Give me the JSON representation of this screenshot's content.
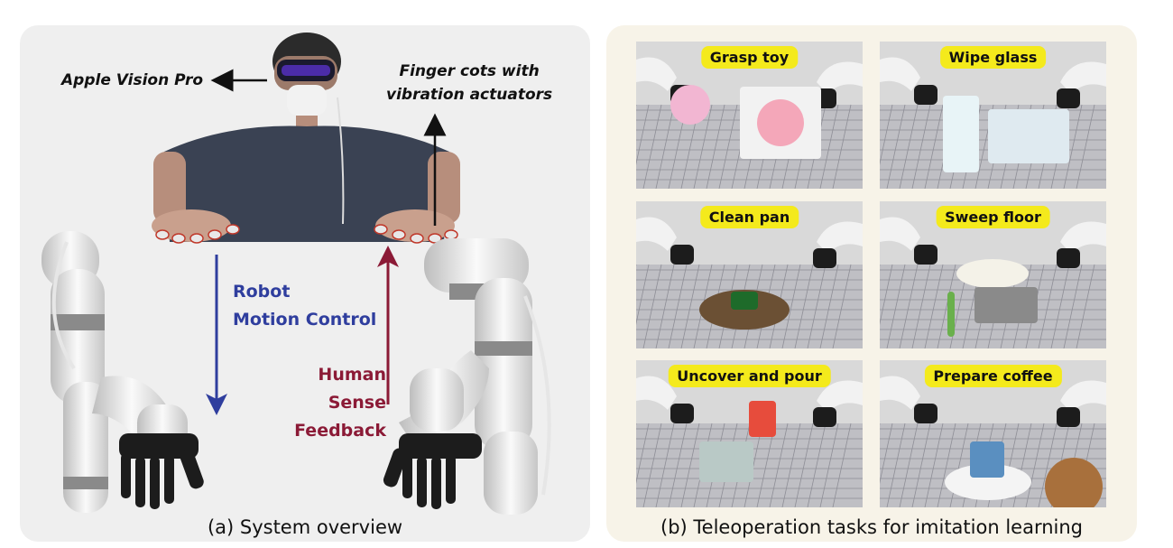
{
  "panel_a": {
    "caption": "(a) System overview",
    "callout_headset": "Apple Vision Pro",
    "callout_cots_line1": "Finger cots with",
    "callout_cots_line2": "vibration actuators",
    "robot_line1": "Robot",
    "robot_line2": "Motion Control",
    "human_line1": "Human",
    "human_line2": "Sense Feedback",
    "colors": {
      "robot_flow": "#2f3e9e",
      "human_flow": "#8b1a36"
    }
  },
  "panel_b": {
    "caption": "(b) Teleoperation tasks for imitation learning",
    "tasks": [
      {
        "label": "Grasp toy"
      },
      {
        "label": "Wipe glass"
      },
      {
        "label": "Clean pan"
      },
      {
        "label": "Sweep floor"
      },
      {
        "label": "Uncover and pour"
      },
      {
        "label": "Prepare coffee"
      }
    ],
    "colors": {
      "tag_background": "#f4ea1c"
    }
  }
}
